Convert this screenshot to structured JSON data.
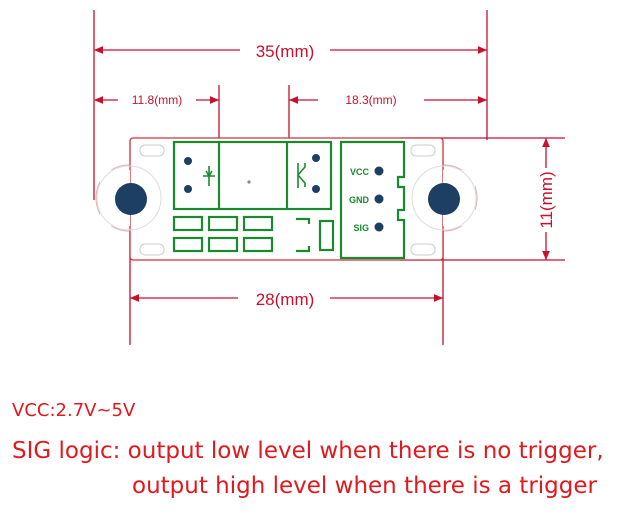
{
  "dimensions": {
    "total_length": "35(mm)",
    "left_offset": "11.8(mm)",
    "right_offset": "18.3(mm)",
    "height": "11(mm)",
    "board_length": "28(mm)"
  },
  "pins": [
    "VCC",
    "GND",
    "SIG"
  ],
  "notes": {
    "vcc": "VCC:2.7V~5V",
    "sig_line1": "SIG logic: output low level when there is no trigger,",
    "sig_line2": "output high level when there is a trigger"
  },
  "colors": {
    "dimension": "#c8102e",
    "trace": "#1a8a2e",
    "hole": "#1d3f63",
    "text": "#e0191e"
  }
}
